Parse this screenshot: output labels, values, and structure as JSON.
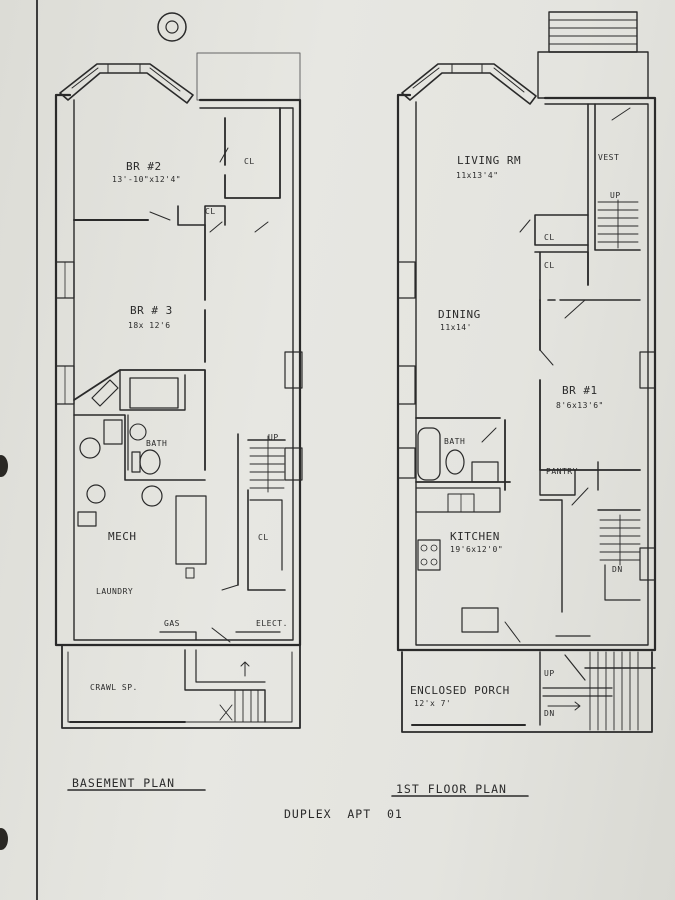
{
  "basement": {
    "rooms": {
      "br2_name": "BR #2",
      "br2_size": "13'-10\"x12'4\"",
      "closet_a": "CL",
      "closet_b": "CL",
      "br3_name": "BR # 3",
      "br3_size": "18x 12'6",
      "bath": "BATH",
      "mech": "MECH",
      "laundry": "LAUNDRY",
      "closet_stair": "CL",
      "gas": "GAS",
      "elect": "ELECT.",
      "crawl": "CRAWL SP.",
      "up": "UP"
    },
    "plan_title": "BASEMENT PLAN"
  },
  "first_floor": {
    "rooms": {
      "living": "LIVING RM",
      "living_size": "11x13'4\"",
      "vest": "VEST",
      "up": "UP",
      "cl_a": "CL",
      "cl_b": "CL",
      "dining": "DINING",
      "dining_size": "11x14'",
      "br1_name": "BR #1",
      "br1_size": "8'6x13'6\"",
      "bath": "BATH",
      "pantry": "PANTRY",
      "kitchen": "KITCHEN",
      "kitchen_size": "19'6x12'0\"",
      "dn": "DN",
      "porch": "ENCLOSED PORCH",
      "porch_size": "12'x 7'",
      "up_stoop": "UP",
      "dn_stoop": "DN"
    },
    "plan_title": "1ST FLOOR PLAN"
  },
  "sheet_title": "DUPLEX  APT  01"
}
